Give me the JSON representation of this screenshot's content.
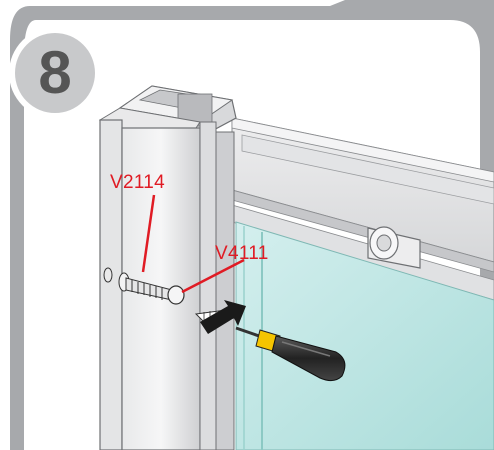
{
  "step": {
    "number": "8"
  },
  "labels": {
    "screw_part": "V2114",
    "anchor_part": "V4111"
  },
  "colors": {
    "frame_border": "#a7a9ac",
    "badge_fill": "#c8c9cb",
    "badge_text": "#555555",
    "callout": "#e01b24",
    "glass": "#bfe6e4",
    "screwdriver_handle": "#333333",
    "screwdriver_band": "#f5c400"
  },
  "icons": [
    "step-number-badge",
    "wall-profile",
    "top-rail",
    "sliding-door-glass",
    "roller-bracket",
    "screw",
    "wall-anchor",
    "arrow-icon",
    "screwdriver"
  ]
}
